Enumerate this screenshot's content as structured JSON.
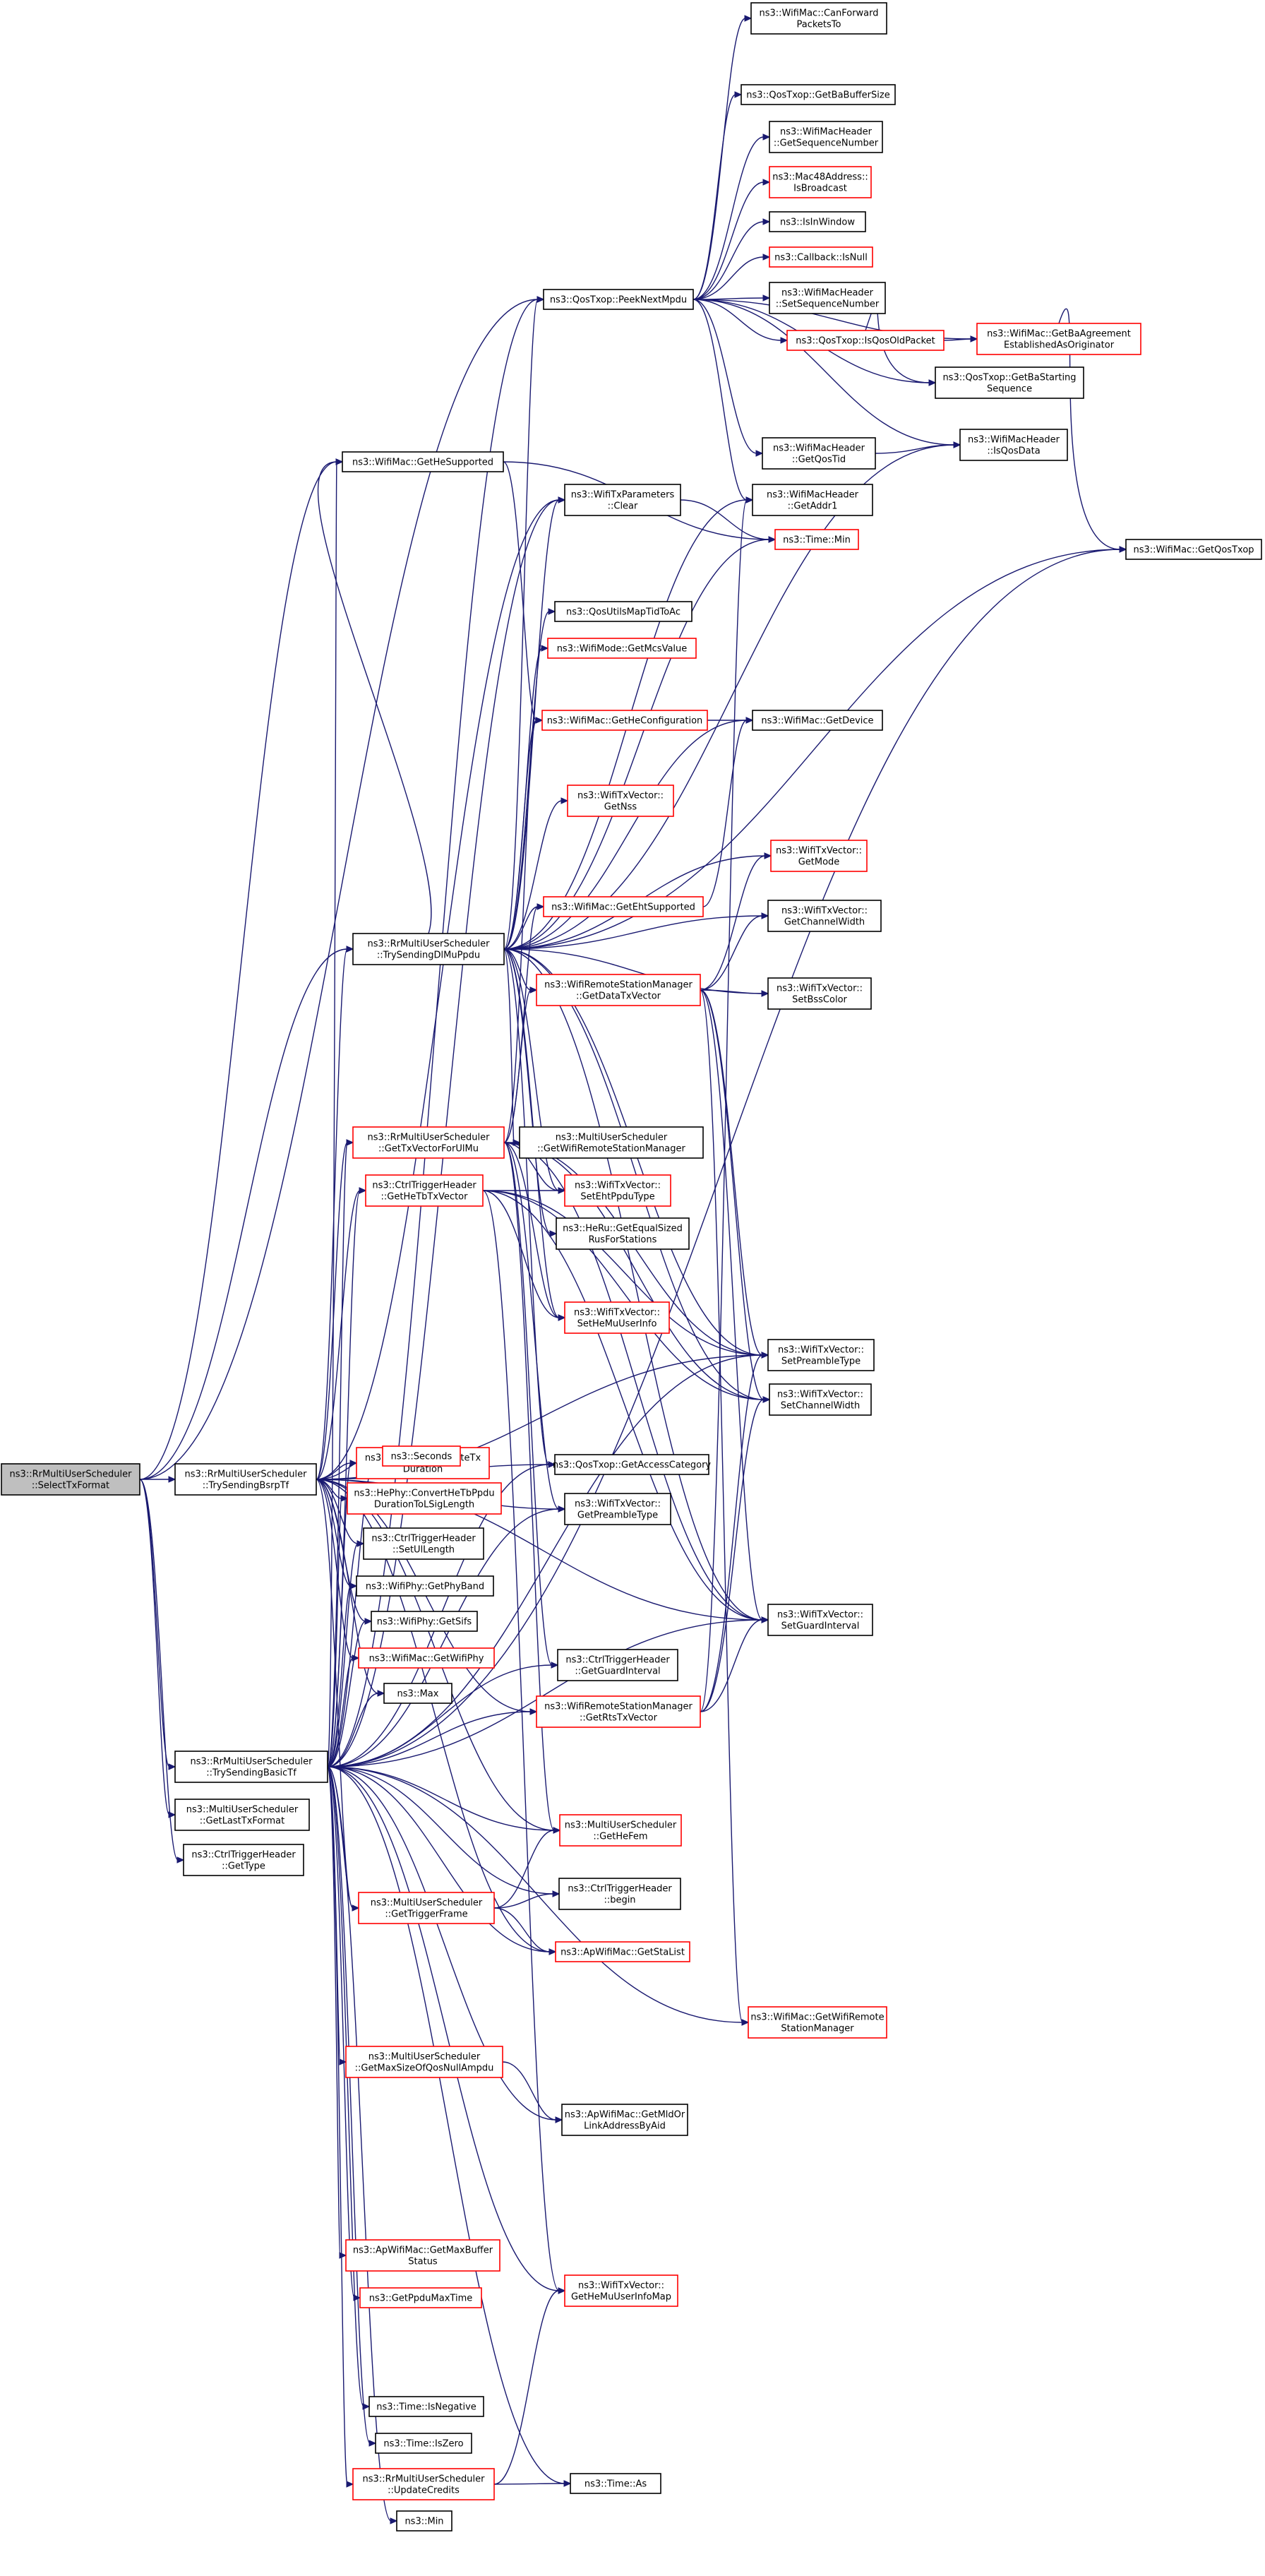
{
  "colors": {
    "edge": "#191970",
    "node_border_default": "#000000",
    "node_border_link": "#ff0000",
    "root_fill": "#bfbfbf",
    "node_fill": "#ffffff"
  },
  "nodes": {
    "root": {
      "lines": [
        "ns3::RrMultiUserScheduler",
        "::SelectTxFormat"
      ],
      "style": "root"
    },
    "bsrp": {
      "lines": [
        "ns3::RrMultiUserScheduler",
        "::TrySendingBsrpTf"
      ],
      "style": "black"
    },
    "basic": {
      "lines": [
        "ns3::RrMultiUserScheduler",
        "::TrySendingBasicTf"
      ],
      "style": "black"
    },
    "dlmu": {
      "lines": [
        "ns3::RrMultiUserScheduler",
        "::TrySendingDlMuPpdu"
      ],
      "style": "black"
    },
    "peek": {
      "lines": [
        "ns3::QosTxop::PeekNextMpdu"
      ],
      "style": "black"
    },
    "lasttx": {
      "lines": [
        "ns3::MultiUserScheduler",
        "::GetLastTxFormat"
      ],
      "style": "black"
    },
    "ctrltype": {
      "lines": [
        "ns3::CtrlTriggerHeader",
        "::GetType"
      ],
      "style": "black"
    },
    "canfwd": {
      "lines": [
        "ns3::WifiMac::CanForward",
        "PacketsTo"
      ],
      "style": "black"
    },
    "babuf": {
      "lines": [
        "ns3::QosTxop::GetBaBufferSize"
      ],
      "style": "black"
    },
    "seqnum": {
      "lines": [
        "ns3::WifiMacHeader",
        "::GetSequenceNumber"
      ],
      "style": "black"
    },
    "isbcast": {
      "lines": [
        "ns3::Mac48Address::",
        "IsBroadcast"
      ],
      "style": "red"
    },
    "inwindow": {
      "lines": [
        "ns3::IsInWindow"
      ],
      "style": "black"
    },
    "cbnull": {
      "lines": [
        "ns3::Callback::IsNull"
      ],
      "style": "red"
    },
    "setseq": {
      "lines": [
        "ns3::WifiMacHeader",
        "::SetSequenceNumber"
      ],
      "style": "black"
    },
    "isqosold": {
      "lines": [
        "ns3::QosTxop::IsQosOldPacket"
      ],
      "style": "red"
    },
    "baest": {
      "lines": [
        "ns3::WifiMac::GetBaAgreement",
        "EstablishedAsOriginator"
      ],
      "style": "red"
    },
    "bastart": {
      "lines": [
        "ns3::QosTxop::GetBaStarting",
        "Sequence"
      ],
      "style": "black"
    },
    "qostid": {
      "lines": [
        "ns3::WifiMacHeader",
        "::GetQosTid"
      ],
      "style": "black"
    },
    "isqosdata": {
      "lines": [
        "ns3::WifiMacHeader",
        "::IsQosData"
      ],
      "style": "black"
    },
    "gethesup": {
      "lines": [
        "ns3::WifiMac::GetHeSupported"
      ],
      "style": "black"
    },
    "getaddr1": {
      "lines": [
        "ns3::WifiMacHeader",
        "::GetAddr1"
      ],
      "style": "black"
    },
    "txclear": {
      "lines": [
        "ns3::WifiTxParameters",
        "::Clear"
      ],
      "style": "black"
    },
    "timemin": {
      "lines": [
        "ns3::Time::Min"
      ],
      "style": "red"
    },
    "getqostxop": {
      "lines": [
        "ns3::WifiMac::GetQosTxop"
      ],
      "style": "black"
    },
    "mapdtid": {
      "lines": [
        "ns3::QosUtilsMapTidToAc"
      ],
      "style": "black"
    },
    "getmcs": {
      "lines": [
        "ns3::WifiMode::GetMcsValue"
      ],
      "style": "red"
    },
    "gethecfg": {
      "lines": [
        "ns3::WifiMac::GetHeConfiguration"
      ],
      "style": "red"
    },
    "getdevice": {
      "lines": [
        "ns3::WifiMac::GetDevice"
      ],
      "style": "black"
    },
    "getnss": {
      "lines": [
        "ns3::WifiTxVector::",
        "GetNss"
      ],
      "style": "red"
    },
    "getmode": {
      "lines": [
        "ns3::WifiTxVector::",
        "GetMode"
      ],
      "style": "red"
    },
    "getehtsup": {
      "lines": [
        "ns3::WifiMac::GetEhtSupported"
      ],
      "style": "red"
    },
    "getchwidth": {
      "lines": [
        "ns3::WifiTxVector::",
        "GetChannelWidth"
      ],
      "style": "black"
    },
    "getdatatx": {
      "lines": [
        "ns3::WifiRemoteStationManager",
        "::GetDataTxVector"
      ],
      "style": "red"
    },
    "setbss": {
      "lines": [
        "ns3::WifiTxVector::",
        "SetBssColor"
      ],
      "style": "black"
    },
    "gettxul": {
      "lines": [
        "ns3::RrMultiUserScheduler",
        "::GetTxVectorForUlMu"
      ],
      "style": "red"
    },
    "getwrsm": {
      "lines": [
        "ns3::MultiUserScheduler",
        "::GetWifiRemoteStationManager"
      ],
      "style": "black"
    },
    "getheTb": {
      "lines": [
        "ns3::CtrlTriggerHeader",
        "::GetHeTbTxVector"
      ],
      "style": "red"
    },
    "setehtppdu": {
      "lines": [
        "ns3::WifiTxVector::",
        "SetEhtPpduType"
      ],
      "style": "red"
    },
    "heru": {
      "lines": [
        "ns3::HeRu::GetEqualSized",
        "RusForStations"
      ],
      "style": "black"
    },
    "sethemu": {
      "lines": [
        "ns3::WifiTxVector::",
        "SetHeMuUserInfo"
      ],
      "style": "red"
    },
    "setpreamble": {
      "lines": [
        "ns3::WifiTxVector::",
        "SetPreambleType"
      ],
      "style": "black"
    },
    "setchwidth": {
      "lines": [
        "ns3::WifiTxVector::",
        "SetChannelWidth"
      ],
      "style": "black"
    },
    "calctx": {
      "lines": [
        "ns3::WifiPhy::CalculateTx",
        "Duration"
      ],
      "style": "red"
    },
    "seconds": {
      "lines": [
        "ns3::Seconds"
      ],
      "style": "red"
    },
    "convhetb": {
      "lines": [
        "ns3::HePhy::ConvertHeTbPpdu",
        "DurationToLSigLength"
      ],
      "style": "red"
    },
    "getac": {
      "lines": [
        "ns3::QosTxop::GetAccessCategory"
      ],
      "style": "black"
    },
    "getpreamble": {
      "lines": [
        "ns3::WifiTxVector::",
        "GetPreambleType"
      ],
      "style": "black"
    },
    "setullen": {
      "lines": [
        "ns3::CtrlTriggerHeader",
        "::SetUlLength"
      ],
      "style": "black"
    },
    "phyband": {
      "lines": [
        "ns3::WifiPhy::GetPhyBand"
      ],
      "style": "black"
    },
    "getsifs": {
      "lines": [
        "ns3::WifiPhy::GetSifs"
      ],
      "style": "black"
    },
    "setgi": {
      "lines": [
        "ns3::WifiTxVector::",
        "SetGuardInterval"
      ],
      "style": "black"
    },
    "getwifiphy": {
      "lines": [
        "ns3::WifiMac::GetWifiPhy"
      ],
      "style": "red"
    },
    "getgi": {
      "lines": [
        "ns3::CtrlTriggerHeader",
        "::GetGuardInterval"
      ],
      "style": "black"
    },
    "max": {
      "lines": [
        "ns3::Max"
      ],
      "style": "black"
    },
    "getrts": {
      "lines": [
        "ns3::WifiRemoteStationManager",
        "::GetRtsTxVector"
      ],
      "style": "red"
    },
    "gethefem": {
      "lines": [
        "ns3::MultiUserScheduler",
        "::GetHeFem"
      ],
      "style": "red"
    },
    "ctrlbegin": {
      "lines": [
        "ns3::CtrlTriggerHeader",
        "::begin"
      ],
      "style": "black"
    },
    "gettrigger": {
      "lines": [
        "ns3::MultiUserScheduler",
        "::GetTriggerFrame"
      ],
      "style": "red"
    },
    "getsta": {
      "lines": [
        "ns3::ApWifiMac::GetStaList"
      ],
      "style": "red"
    },
    "getwrsm2": {
      "lines": [
        "ns3::WifiMac::GetWifiRemote",
        "StationManager"
      ],
      "style": "red"
    },
    "maxqosnull": {
      "lines": [
        "ns3::MultiUserScheduler",
        "::GetMaxSizeOfQosNullAmpdu"
      ],
      "style": "red"
    },
    "getmld": {
      "lines": [
        "ns3::ApWifiMac::GetMldOr",
        "LinkAddressByAid"
      ],
      "style": "black"
    },
    "getmaxbuf": {
      "lines": [
        "ns3::ApWifiMac::GetMaxBuffer",
        "Status"
      ],
      "style": "red"
    },
    "ppdumax": {
      "lines": [
        "ns3::GetPpduMaxTime"
      ],
      "style": "red"
    },
    "gethemumap": {
      "lines": [
        "ns3::WifiTxVector::",
        "GetHeMuUserInfoMap"
      ],
      "style": "red"
    },
    "isneg": {
      "lines": [
        "ns3::Time::IsNegative"
      ],
      "style": "black"
    },
    "iszero": {
      "lines": [
        "ns3::Time::IsZero"
      ],
      "style": "black"
    },
    "updcred": {
      "lines": [
        "ns3::RrMultiUserScheduler",
        "::UpdateCredits"
      ],
      "style": "red"
    },
    "timeas": {
      "lines": [
        "ns3::Time::As"
      ],
      "style": "black"
    },
    "min": {
      "lines": [
        "ns3::Min"
      ],
      "style": "black"
    }
  },
  "edges": [
    [
      "root",
      "peek"
    ],
    [
      "root",
      "bsrp"
    ],
    [
      "root",
      "basic"
    ],
    [
      "root",
      "dlmu"
    ],
    [
      "root",
      "gethesup"
    ],
    [
      "root",
      "lasttx"
    ],
    [
      "root",
      "ctrltype"
    ],
    [
      "peek",
      "canfwd"
    ],
    [
      "peek",
      "babuf"
    ],
    [
      "peek",
      "seqnum"
    ],
    [
      "peek",
      "isbcast"
    ],
    [
      "peek",
      "inwindow"
    ],
    [
      "peek",
      "cbnull"
    ],
    [
      "peek",
      "setseq"
    ],
    [
      "peek",
      "isqosold"
    ],
    [
      "peek",
      "baest"
    ],
    [
      "peek",
      "bastart"
    ],
    [
      "peek",
      "qostid"
    ],
    [
      "peek",
      "isqosdata"
    ],
    [
      "peek",
      "getaddr1"
    ],
    [
      "isqosold",
      "baest"
    ],
    [
      "isqosold",
      "bastart"
    ],
    [
      "qostid",
      "isqosdata"
    ],
    [
      "baest",
      "getqostxop"
    ],
    [
      "gethesup",
      "gethecfg"
    ],
    [
      "gethesup",
      "timemin"
    ],
    [
      "txclear",
      "timemin"
    ],
    [
      "gethecfg",
      "getdevice"
    ],
    [
      "getehtsup",
      "getdevice"
    ],
    [
      "getdatatx",
      "getmode"
    ],
    [
      "getdatatx",
      "getchwidth"
    ],
    [
      "getdatatx",
      "setbss"
    ],
    [
      "getdatatx",
      "setpreamble"
    ],
    [
      "getdatatx",
      "setchwidth"
    ],
    [
      "getdatatx",
      "setgi"
    ],
    [
      "getdatatx",
      "getwrsm2"
    ],
    [
      "dlmu",
      "peek"
    ],
    [
      "dlmu",
      "txclear"
    ],
    [
      "dlmu",
      "timemin"
    ],
    [
      "dlmu",
      "getaddr1"
    ],
    [
      "dlmu",
      "mapdtid"
    ],
    [
      "dlmu",
      "getmcs"
    ],
    [
      "dlmu",
      "gethecfg"
    ],
    [
      "dlmu",
      "getdevice"
    ],
    [
      "dlmu",
      "getnss"
    ],
    [
      "dlmu",
      "getmode"
    ],
    [
      "dlmu",
      "getehtsup"
    ],
    [
      "dlmu",
      "getchwidth"
    ],
    [
      "dlmu",
      "getdatatx"
    ],
    [
      "dlmu",
      "setbss"
    ],
    [
      "dlmu",
      "getwrsm"
    ],
    [
      "dlmu",
      "setehtppdu"
    ],
    [
      "dlmu",
      "heru"
    ],
    [
      "dlmu",
      "sethemu"
    ],
    [
      "dlmu",
      "setpreamble"
    ],
    [
      "dlmu",
      "setchwidth"
    ],
    [
      "dlmu",
      "setgi"
    ],
    [
      "dlmu",
      "getac"
    ],
    [
      "dlmu",
      "getqostxop"
    ],
    [
      "dlmu",
      "gethesup"
    ],
    [
      "dlmu",
      "isqosdata"
    ],
    [
      "gettxul",
      "getdatatx"
    ],
    [
      "gettxul",
      "getwrsm"
    ],
    [
      "gettxul",
      "setehtppdu"
    ],
    [
      "gettxul",
      "sethemu"
    ],
    [
      "gettxul",
      "getehtsup"
    ],
    [
      "gettxul",
      "setpreamble"
    ],
    [
      "gettxul",
      "setchwidth"
    ],
    [
      "gettxul",
      "setgi"
    ],
    [
      "gettxul",
      "getgi"
    ],
    [
      "gettxul",
      "gethefem"
    ],
    [
      "gettxul",
      "gethecfg"
    ],
    [
      "gettxul",
      "getpreamble"
    ],
    [
      "getheTb",
      "setpreamble"
    ],
    [
      "getheTb",
      "setchwidth"
    ],
    [
      "getheTb",
      "setgi"
    ],
    [
      "getheTb",
      "sethemu"
    ],
    [
      "getheTb",
      "setehtppdu"
    ],
    [
      "getheTb",
      "gethemumap"
    ],
    [
      "getrts",
      "setpreamble"
    ],
    [
      "getrts",
      "setchwidth"
    ],
    [
      "getrts",
      "setgi"
    ],
    [
      "getrts",
      "getaddr1"
    ],
    [
      "bsrp",
      "dlmu"
    ],
    [
      "bsrp",
      "gettxul"
    ],
    [
      "bsrp",
      "getheTb"
    ],
    [
      "bsrp",
      "calctx"
    ],
    [
      "bsrp",
      "seconds"
    ],
    [
      "bsrp",
      "convhetb"
    ],
    [
      "bsrp",
      "setullen"
    ],
    [
      "bsrp",
      "phyband"
    ],
    [
      "bsrp",
      "getsifs"
    ],
    [
      "bsrp",
      "getwifiphy"
    ],
    [
      "bsrp",
      "max"
    ],
    [
      "bsrp",
      "getrts"
    ],
    [
      "bsrp",
      "gethefem"
    ],
    [
      "bsrp",
      "gettrigger"
    ],
    [
      "bsrp",
      "getsta"
    ],
    [
      "bsrp",
      "getac"
    ],
    [
      "bsrp",
      "getpreamble"
    ],
    [
      "bsrp",
      "txclear"
    ],
    [
      "bsrp",
      "setpreamble"
    ],
    [
      "bsrp",
      "setgi"
    ],
    [
      "basic",
      "gettxul"
    ],
    [
      "basic",
      "getheTb"
    ],
    [
      "basic",
      "calctx"
    ],
    [
      "basic",
      "seconds"
    ],
    [
      "basic",
      "convhetb"
    ],
    [
      "basic",
      "setullen"
    ],
    [
      "basic",
      "phyband"
    ],
    [
      "basic",
      "getsifs"
    ],
    [
      "basic",
      "getwifiphy"
    ],
    [
      "basic",
      "max"
    ],
    [
      "basic",
      "getgi"
    ],
    [
      "basic",
      "getrts"
    ],
    [
      "basic",
      "gethefem"
    ],
    [
      "basic",
      "ctrlbegin"
    ],
    [
      "basic",
      "gettrigger"
    ],
    [
      "basic",
      "getsta"
    ],
    [
      "basic",
      "getwrsm2"
    ],
    [
      "basic",
      "maxqosnull"
    ],
    [
      "basic",
      "getmld"
    ],
    [
      "basic",
      "getmaxbuf"
    ],
    [
      "basic",
      "ppdumax"
    ],
    [
      "basic",
      "gethemumap"
    ],
    [
      "basic",
      "isneg"
    ],
    [
      "basic",
      "iszero"
    ],
    [
      "basic",
      "updcred"
    ],
    [
      "basic",
      "timeas"
    ],
    [
      "basic",
      "min"
    ],
    [
      "basic",
      "txclear"
    ],
    [
      "basic",
      "getac"
    ],
    [
      "basic",
      "getpreamble"
    ],
    [
      "basic",
      "setgi"
    ],
    [
      "basic",
      "setpreamble"
    ],
    [
      "basic",
      "getqostxop"
    ],
    [
      "basic",
      "peek"
    ],
    [
      "basic",
      "gethesup"
    ],
    [
      "gettrigger",
      "ctrlbegin"
    ],
    [
      "gettrigger",
      "gethefem"
    ],
    [
      "gettrigger",
      "getsta"
    ],
    [
      "maxqosnull",
      "getmld"
    ],
    [
      "updcred",
      "timeas"
    ],
    [
      "updcred",
      "gethemumap"
    ]
  ]
}
